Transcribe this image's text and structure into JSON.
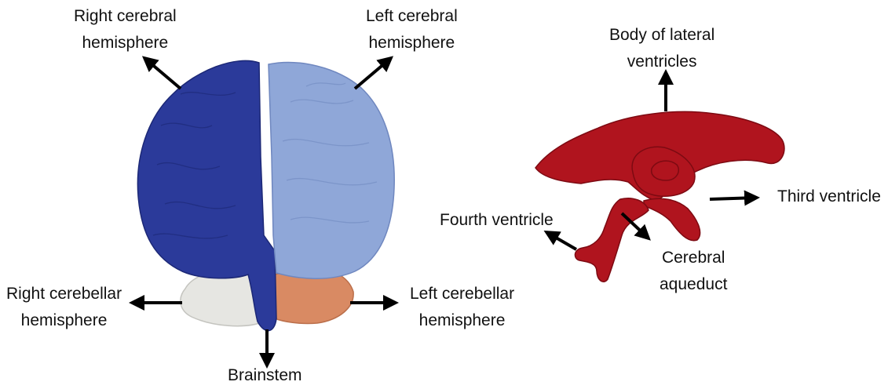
{
  "colors": {
    "right_cerebral": "#2b3a9a",
    "left_cerebral": "#8fa7d8",
    "right_cerebellar": "#e6e6e2",
    "left_cerebellar": "#d98a63",
    "brainstem": "#2840a0",
    "ventricles": "#b0141e",
    "arrow": "#000000",
    "text": "#111111"
  },
  "brain": {
    "labels": {
      "right_cerebral": [
        "Right cerebral",
        "hemisphere"
      ],
      "left_cerebral": [
        "Left cerebral",
        "hemisphere"
      ],
      "right_cerebellar": [
        "Right cerebellar",
        "hemisphere"
      ],
      "left_cerebellar": [
        "Left cerebellar",
        "hemisphere"
      ],
      "brainstem": [
        "Brainstem"
      ]
    }
  },
  "ventricles": {
    "labels": {
      "lateral": [
        "Body of lateral",
        "ventricles"
      ],
      "third": [
        "Third ventricle"
      ],
      "fourth": [
        "Fourth ventricle"
      ],
      "aqueduct": [
        "Cerebral",
        "aqueduct"
      ]
    }
  }
}
